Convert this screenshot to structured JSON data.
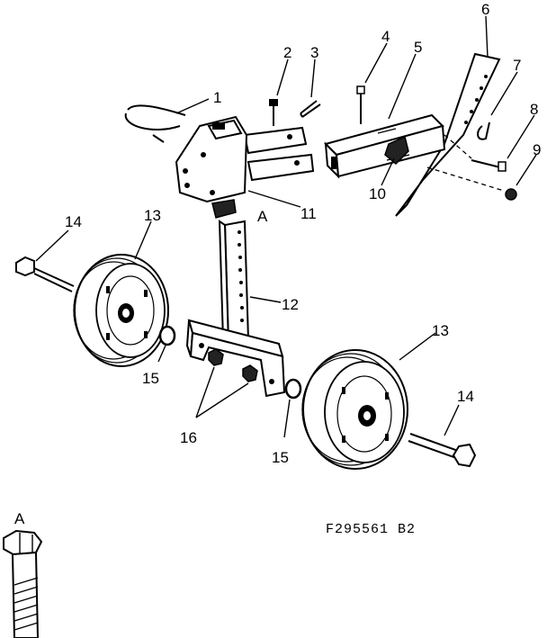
{
  "callouts": {
    "c1": "1",
    "c2": "2",
    "c3": "3",
    "c4": "4",
    "c5": "5",
    "c6": "6",
    "c7": "7",
    "c8": "8",
    "c9": "9",
    "c10": "10",
    "c11": "11",
    "c12": "12",
    "c13a": "13",
    "c13b": "13",
    "c14a": "14",
    "c14b": "14",
    "c15a": "15",
    "c15b": "15",
    "c16": "16",
    "detailA_top": "A",
    "detailA_bottom": "A"
  },
  "figure_code": "F295561 B2"
}
